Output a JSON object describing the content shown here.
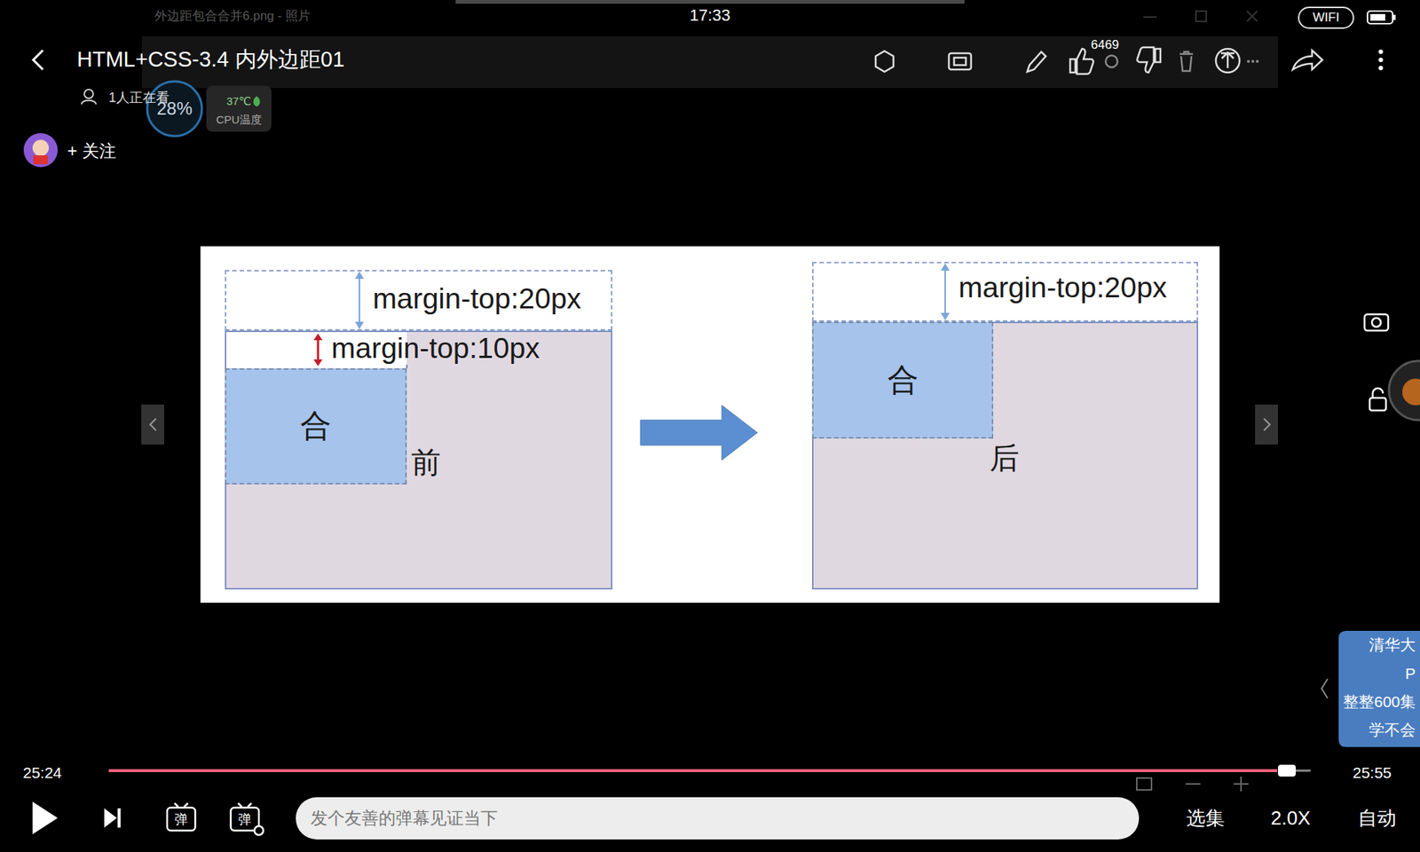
{
  "diagram": {
    "title": "HTML+CSS-3.4 内外边距01",
    "nodes": [
      {
        "text": [
          "margin-top:20px"
        ]
      },
      {
        "text": [
          "前"
        ]
      },
      {
        "text": [
          "合"
        ],
        "in": 1
      },
      {
        "text": [
          "margin-top:20px"
        ]
      },
      {
        "text": [
          "后"
        ]
      },
      {
        "text": [
          "合"
        ],
        "in": 4
      }
    ],
    "edges": [
      {
        "from": 1,
        "to": 4,
        "arrow": "to"
      }
    ],
    "labels": [
      "外边距包合合并6.png - 照片",
      "17:33",
      "WIFI",
      "6469",
      "1人正在看",
      "28%",
      "37℃",
      "CPU温度",
      "+ 关注",
      "margin-top:10px",
      "清华大",
      "P",
      "整整600集",
      "学不会",
      "25:24",
      "25:55",
      "弹",
      "弹",
      "发个友善的弹幕见证当下",
      "选集",
      "2.0X",
      "自动"
    ]
  }
}
